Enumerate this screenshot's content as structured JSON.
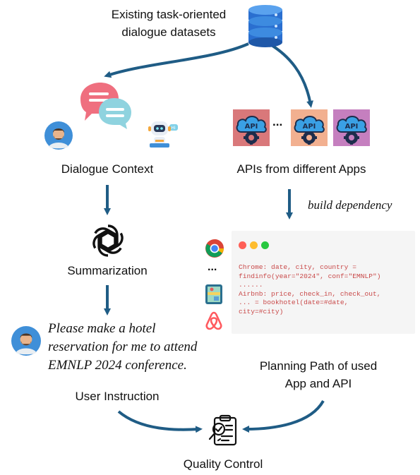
{
  "nodes": {
    "datasets_line1": "Existing task-oriented",
    "datasets_line2": "dialogue datasets",
    "dialogue_context": "Dialogue Context",
    "apis_label": "APIs from different Apps",
    "api_badge": "API",
    "api_ellipsis": "...",
    "build_dependency": "build dependency",
    "summarization": "Summarization",
    "instruction_line1": "Please make a hotel",
    "instruction_line2": "reservation for me to attend",
    "instruction_line3": "EMNLP 2024 conference.",
    "user_instruction": "User Instruction",
    "planning_line1": "Planning Path of used",
    "planning_line2": "App and API",
    "app_ellipsis": "...",
    "quality_control": "Quality Control"
  },
  "code": {
    "lines": [
      "Chrome: date, city, country =",
      "findinfo(year=\"2024\", conf=\"EMNLP\")",
      "......",
      "Airbnb: price, check_in, check_out,",
      "... = bookhotel(date=#date,",
      "city=#city)"
    ]
  },
  "colors": {
    "arrow": "#1f5c85",
    "dot_red": "#ff5f57",
    "dot_yellow": "#febc2e",
    "dot_green": "#28c840",
    "code_text": "#c94a4a",
    "code_bg": "#f5f5f5",
    "api_bg_1": "#d9787a",
    "api_bg_2": "#f2b090",
    "api_bg_3": "#c57fbf"
  }
}
